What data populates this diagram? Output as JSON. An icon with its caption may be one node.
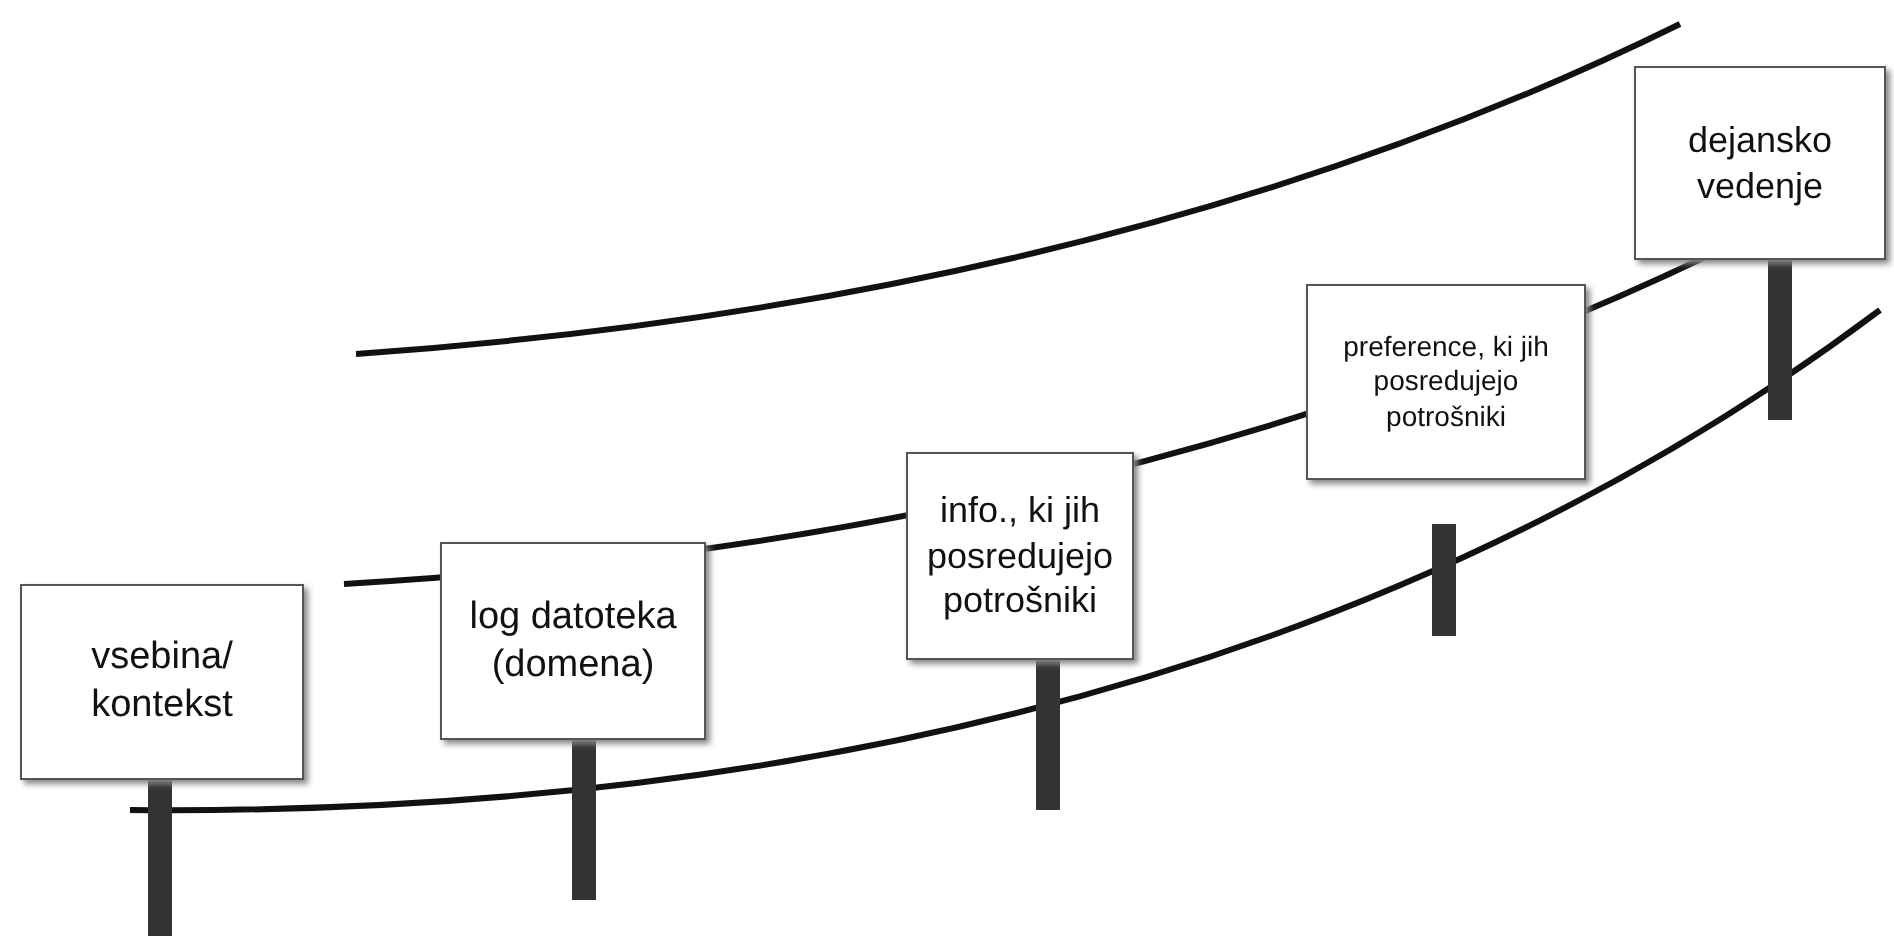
{
  "diagram": {
    "nodes": [
      {
        "text": [
          "vsebina/ kontekst"
        ]
      },
      {
        "text": [
          "log datoteka (domena)"
        ]
      },
      {
        "text": [
          "info., ki jih posredujejo potrošniki"
        ]
      },
      {
        "text": [
          "preference, ki jih posredujejo potrošniki"
        ]
      },
      {
        "text": [
          "dejansko vedenje"
        ]
      }
    ]
  }
}
